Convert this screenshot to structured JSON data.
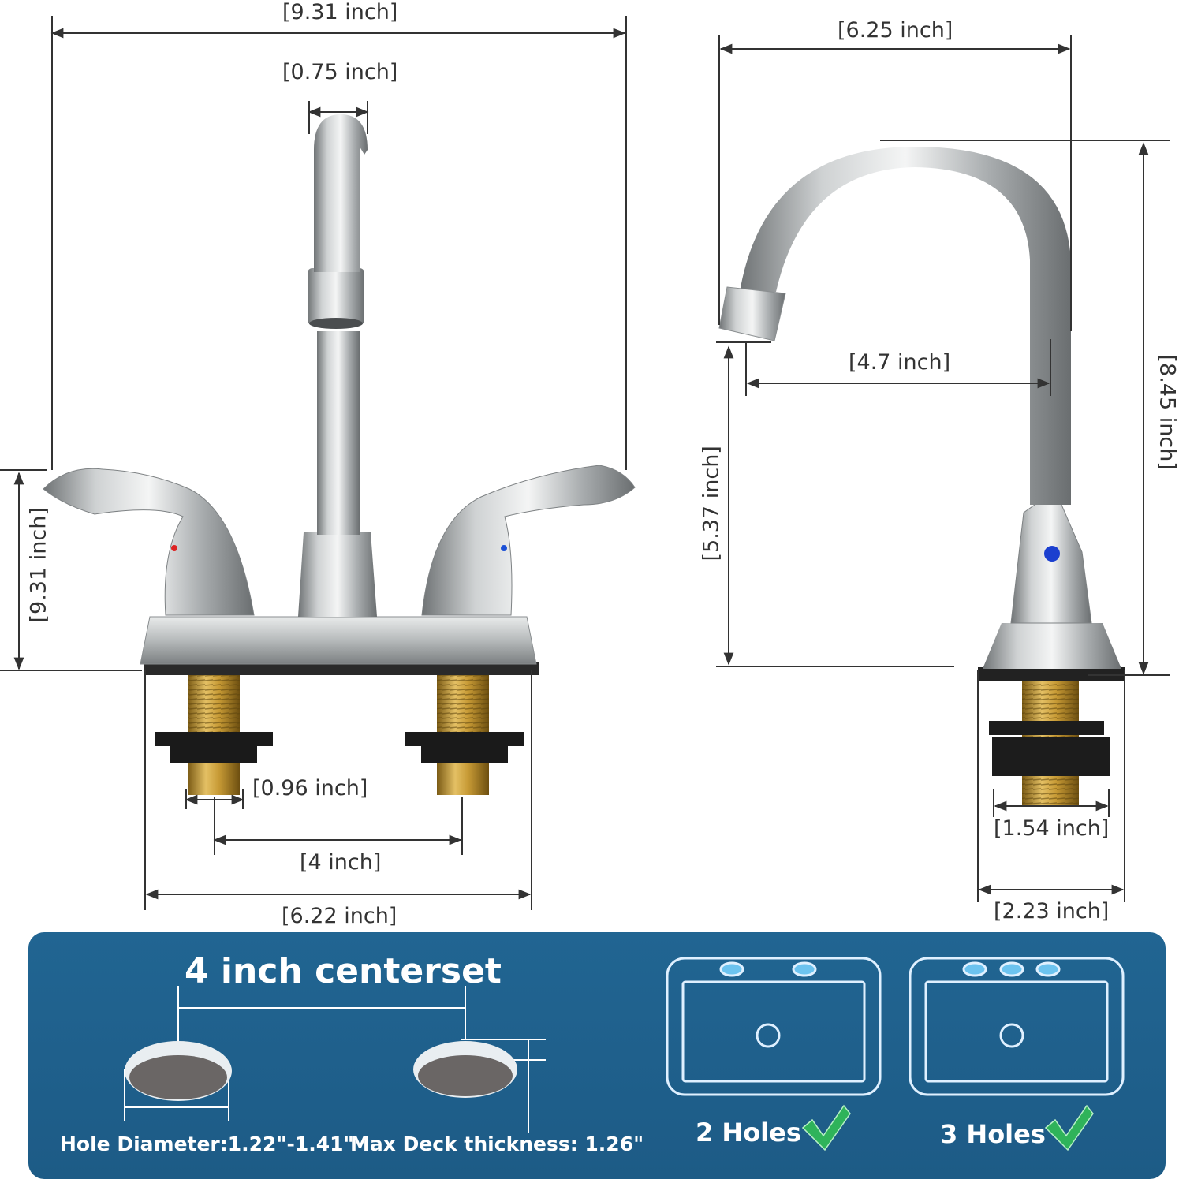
{
  "front_view": {
    "overall_width": "[9.31 inch]",
    "spout_diameter": "[0.75 inch]",
    "overall_height": "[9.31 inch]",
    "shank_diameter": "[0.96 inch]",
    "center_spacing": "[4 inch]",
    "base_length": "[6.22 inch]"
  },
  "side_view": {
    "spout_reach": "[6.25 inch]",
    "total_height": "[8.45 inch]",
    "inner_reach": "[4.7 inch]",
    "spout_clearance": "[5.37 inch]",
    "shank_nut_width": "[1.54 inch]",
    "base_width": "[2.23 inch]"
  },
  "info_panel": {
    "title": "4 inch centerset",
    "hole_diameter": "Hole Diameter:1.22\"-1.41\"",
    "deck_thickness": "Max Deck thickness: 1.26\"",
    "two_holes": "2 Holes",
    "three_holes": "3 Holes",
    "colors": {
      "panel": "#1f6190",
      "check": "#2fb35a",
      "sink_outline": "#dff0ff",
      "hole_fill": "#6cc3ef"
    }
  }
}
